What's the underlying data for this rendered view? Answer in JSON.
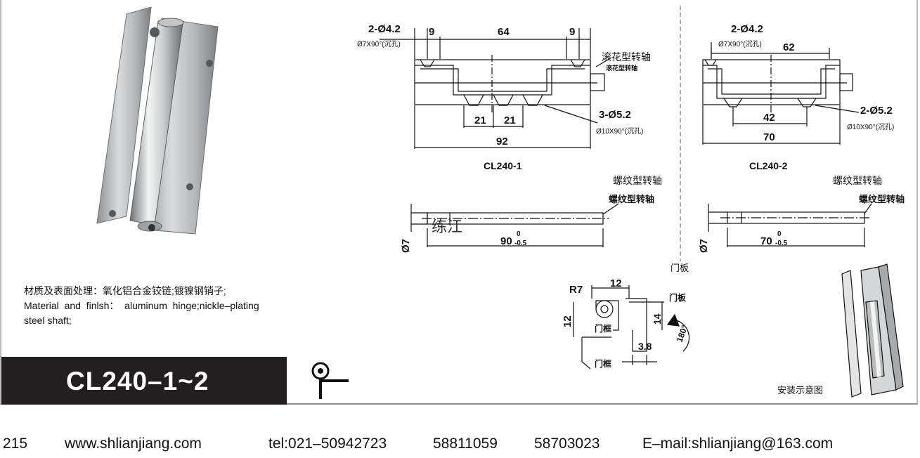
{
  "photo": {
    "label": "aluminum hinge product photo"
  },
  "drawing1": {
    "dim_holes": "2-Ø4.2",
    "dim_sink": "Ø7X90°(沉孔)",
    "dim_left": "9",
    "dim_mid": "64",
    "dim_right": "9",
    "shaft_type": "滚花型转轴",
    "shaft_type_small": "滚花型转轴",
    "dim_bot_left": "21",
    "dim_bot_right": "21",
    "holes_bottom": "3-Ø5.2",
    "sink_bottom": "Ø10X90°(沉孔)",
    "overall": "92",
    "model": "CL240-1",
    "shaft2_title": "螺纹型转轴",
    "shaft2_label": "螺纹型转轴",
    "shaft_dia": "Ø7",
    "shaft_len": "90",
    "tol_upper": "0",
    "tol_lower": "-0.5",
    "watermark": "练江"
  },
  "drawing2": {
    "dim_holes": "2-Ø4.2",
    "dim_sink": "Ø7X90°(沉孔)",
    "dim_top": "62",
    "dim_inner": "42",
    "holes_bottom": "2-Ø5.2",
    "sink_bottom": "Ø10X90°(沉孔)",
    "overall": "70",
    "model": "CL240-2",
    "shaft2_title": "螺纹型转轴",
    "shaft2_label": "螺纹型转轴",
    "shaft_dia": "Ø7",
    "shaft_len": "70",
    "tol_upper": "0",
    "tol_lower": "-0.5"
  },
  "install": {
    "door_panel_top": "门板",
    "r7": "R7",
    "d12_top": "12",
    "d12_side": "12",
    "d14": "14",
    "d38": "3.8",
    "angle": "180°",
    "door_panel": "门板",
    "door_frame_1": "门框",
    "door_frame_2": "门框",
    "diagram_caption": "安装示意图"
  },
  "material": {
    "cn": "材质及表面处理：氧化铝合金铰链;镀镍钢销子;",
    "en_line1": "Material  and  finlsh：  aluminum  hinge;nickle–plating",
    "en_line2": "steel shaft;"
  },
  "model_band": {
    "title": "CL240–1~2"
  },
  "footer": {
    "page": "215",
    "website": "www.shlianjiang.com",
    "tel": "tel:021–50942723",
    "tel2": "58811059",
    "tel3": "58703023",
    "email": "E–mail:shlianjiang@163.com"
  }
}
